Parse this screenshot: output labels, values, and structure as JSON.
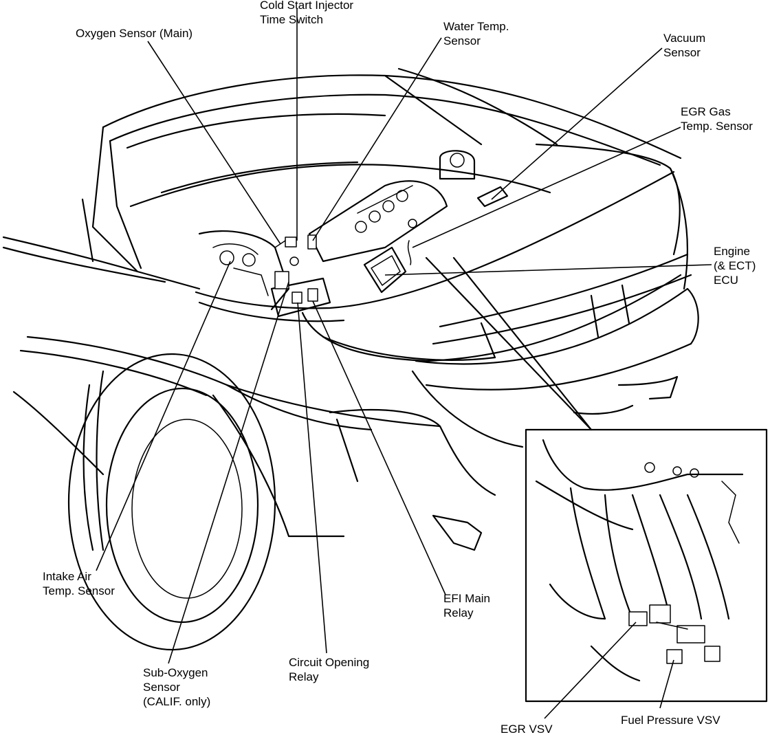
{
  "labels": {
    "cold_start_injector": [
      "Cold Start Injector",
      "Time Switch"
    ],
    "oxygen_sensor_main": [
      "Oxygen Sensor (Main)"
    ],
    "water_temp_sensor": [
      "Water Temp.",
      "Sensor"
    ],
    "vacuum_sensor": [
      "Vacuum",
      "Sensor"
    ],
    "egr_gas_temp_sensor": [
      "EGR Gas",
      "Temp. Sensor"
    ],
    "engine_ecu": [
      "Engine",
      "(& ECT)",
      "ECU"
    ],
    "intake_air_temp_sensor": [
      "Intake Air",
      "Temp. Sensor"
    ],
    "sub_oxygen_sensor": [
      "Sub-Oxygen",
      "Sensor",
      "(CALIF. only)"
    ],
    "circuit_opening_relay": [
      "Circuit Opening",
      "Relay"
    ],
    "efi_main_relay": [
      "EFI Main",
      "Relay"
    ],
    "egr_vsv": [
      "EGR VSV"
    ],
    "fuel_pressure_vsv": [
      "Fuel Pressure VSV"
    ]
  },
  "colors": {
    "ink": "#000000",
    "paper": "#ffffff"
  }
}
